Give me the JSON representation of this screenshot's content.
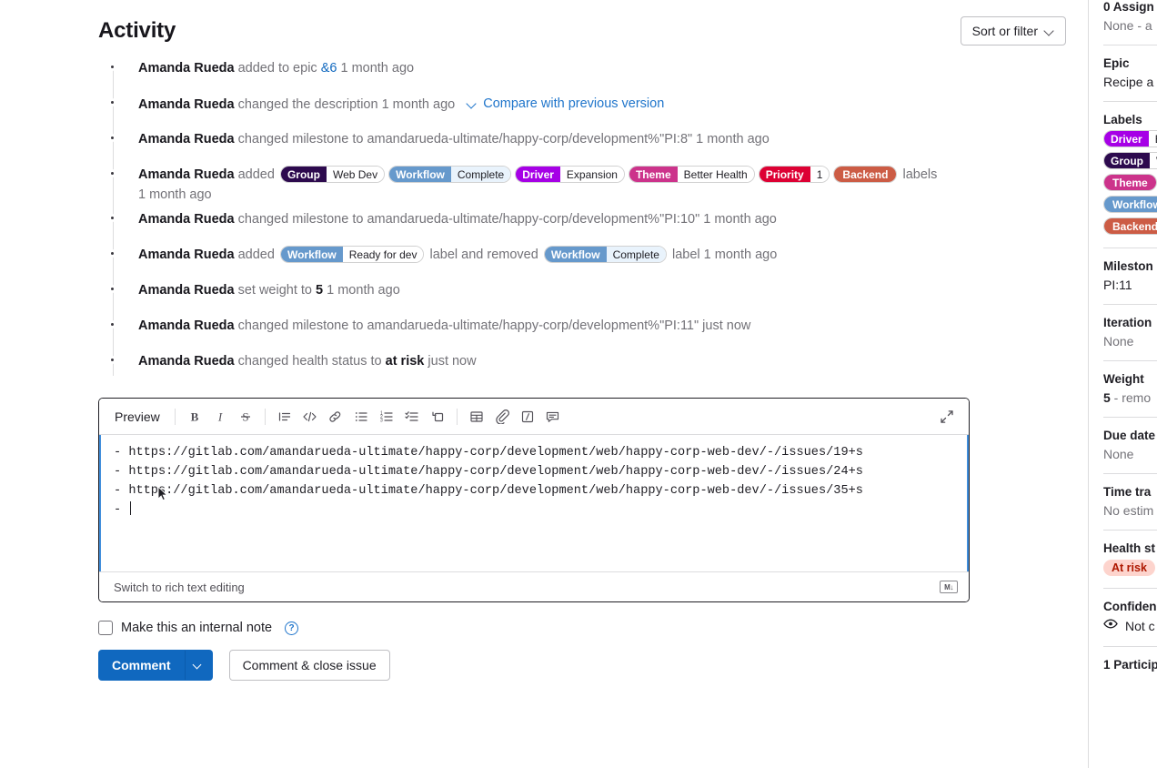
{
  "header": {
    "title": "Activity",
    "sort_filter_label": "Sort or filter"
  },
  "activity": {
    "notes": [
      {
        "author": "Amanda Rueda",
        "action": " added to epic ",
        "ref": "&6",
        "time": " 1 month ago"
      },
      {
        "author": "Amanda Rueda",
        "action": " changed the description 1 month ago",
        "compare_link": "Compare with previous version"
      },
      {
        "author": "Amanda Rueda",
        "action": " changed milestone to amandarueda-ultimate/happy-corp/development%\"PI:8\" 1 month ago"
      },
      {
        "author": "Amanda Rueda",
        "action": " added ",
        "labels": [
          {
            "key": "Group",
            "value": "Web Dev",
            "key_bg": "#2d0a4e",
            "key_fg": "#ffffff"
          },
          {
            "key": "Workflow",
            "value": "Complete",
            "key_bg": "#6699cc",
            "key_fg": "#ffffff",
            "value_bg": "#e9f3fc"
          },
          {
            "key": "Driver",
            "value": "Expansion",
            "key_bg": "#a600e6",
            "key_fg": "#ffffff"
          },
          {
            "key": "Theme",
            "value": "Better Health",
            "key_bg": "#cc338b",
            "key_fg": "#ffffff"
          },
          {
            "key": "Priority",
            "value": "1",
            "key_bg": "#dd0033",
            "key_fg": "#ffffff"
          },
          {
            "key": "Backend",
            "value": "",
            "key_bg": "#cc5c45",
            "key_fg": "#ffffff"
          }
        ],
        "suffix": " labels",
        "time": "1 month ago"
      },
      {
        "author": "Amanda Rueda",
        "action": " changed milestone to amandarueda-ultimate/happy-corp/development%\"PI:10\" 1 month ago"
      },
      {
        "author": "Amanda Rueda",
        "action": " added ",
        "labels2_pre": [
          {
            "key": "Workflow",
            "value": "Ready for dev",
            "key_bg": "#6699cc",
            "key_fg": "#ffffff"
          }
        ],
        "mid": " label and removed ",
        "labels2_post": [
          {
            "key": "Workflow",
            "value": "Complete",
            "key_bg": "#6699cc",
            "key_fg": "#ffffff",
            "value_bg": "#e9f3fc"
          }
        ],
        "suffix": " label 1 month ago"
      },
      {
        "author": "Amanda Rueda",
        "action_pre": " set weight to ",
        "strong": "5",
        "action_post": " 1 month ago"
      },
      {
        "author": "Amanda Rueda",
        "action": " changed milestone to amandarueda-ultimate/happy-corp/development%\"PI:11\" just now"
      },
      {
        "author": "Amanda Rueda",
        "action_pre": " changed health status to ",
        "strong": "at risk",
        "action_post": " just now"
      }
    ]
  },
  "editor": {
    "preview_label": "Preview",
    "toolbar_icons": [
      "bold-icon",
      "italic-icon",
      "strikethrough-icon",
      "blockquote-icon",
      "code-icon",
      "link-icon",
      "bulleted-list-icon",
      "numbered-list-icon",
      "checklist-icon",
      "indent-icon",
      "table-icon",
      "attachment-icon",
      "collapsible-section-icon",
      "comment-template-icon"
    ],
    "expand_icon": "expand-icon",
    "content_lines": [
      "- https://gitlab.com/amandarueda-ultimate/happy-corp/development/web/happy-corp-web-dev/-/issues/19+s",
      "- https://gitlab.com/amandarueda-ultimate/happy-corp/development/web/happy-corp-web-dev/-/issues/24+s",
      "- https://gitlab.com/amandarueda-ultimate/happy-corp/development/web/happy-corp-web-dev/-/issues/35+s",
      "- "
    ],
    "switch_label": "Switch to rich text editing",
    "markdown_icon_label": "M↓"
  },
  "bottom": {
    "internal_note_label": "Make this an internal note",
    "help_icon": "?",
    "comment_label": "Comment",
    "comment_close_label": "Comment & close issue"
  },
  "sidebar": {
    "blocks": [
      {
        "title": "0 Assign",
        "value": "None - a"
      },
      {
        "title": "Epic",
        "value": "Recipe a"
      },
      {
        "title": "Labels",
        "labels": [
          {
            "key": "Driver",
            "value": "E",
            "key_bg": "#a600e6"
          },
          {
            "key": "Group",
            "value": "W",
            "key_bg": "#2d0a4e"
          },
          {
            "key": "Theme",
            "value": "",
            "key_bg": "#cc338b"
          },
          {
            "key": "Workflow",
            "value": "",
            "key_bg": "#6699cc"
          },
          {
            "key": "Backend",
            "value": "",
            "key_bg": "#cc5c45"
          }
        ]
      },
      {
        "title": "Mileston",
        "value": "PI:11",
        "dark": true
      },
      {
        "title": "Iteration",
        "value": "None"
      },
      {
        "title": "Weight",
        "value_bold": "5",
        "value_rest": " - remo"
      },
      {
        "title": "Due date",
        "value": "None"
      },
      {
        "title": "Time tra",
        "value": "No estim"
      },
      {
        "title": "Health st",
        "badge": "At risk"
      },
      {
        "title": "Confiden",
        "value": "Not c",
        "eye": true
      }
    ],
    "participants": "1 Particip"
  }
}
